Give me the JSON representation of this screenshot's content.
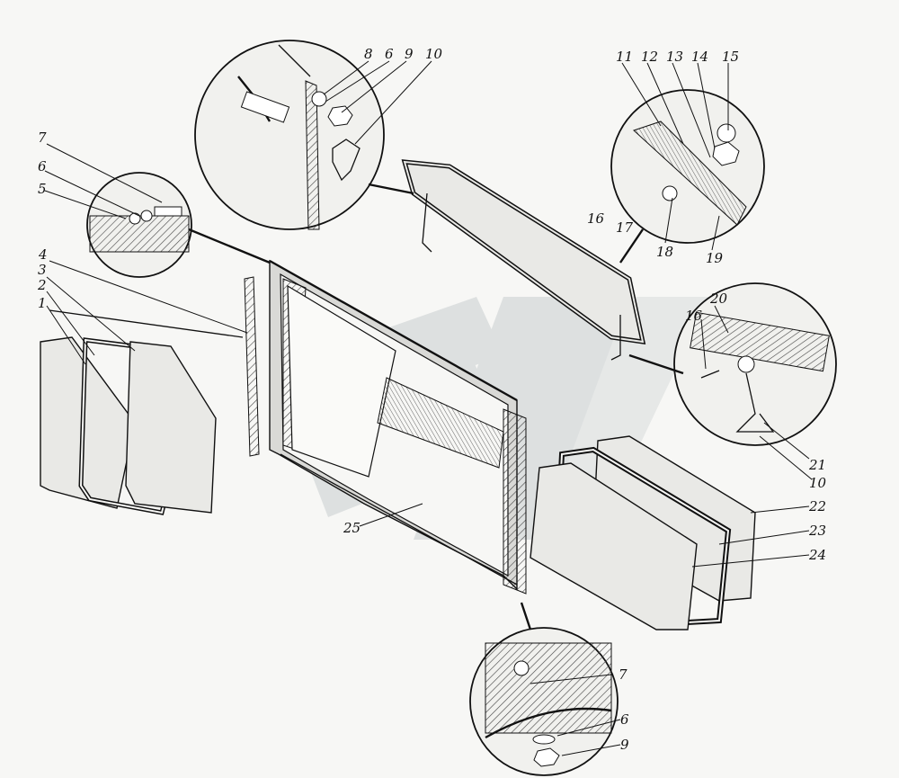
{
  "labels": {
    "l1": "1",
    "l2": "2",
    "l3": "3",
    "l4": "4",
    "l5": "5",
    "l6a": "6",
    "l7a": "7",
    "l8": "8",
    "l6b": "6",
    "l9a": "9",
    "l10a": "10",
    "l11": "11",
    "l12": "12",
    "l13": "13",
    "l14": "14",
    "l15": "15",
    "l16a": "16",
    "l17": "17",
    "l18": "18",
    "l19": "19",
    "l20": "20",
    "l16b": "16",
    "l21": "21",
    "l10b": "10",
    "l22": "22",
    "l23": "23",
    "l24": "24",
    "l25": "25",
    "l7b": "7",
    "l6c": "6",
    "l9b": "9"
  },
  "colors": {
    "ink": "#111111",
    "paper": "#f7f7f5",
    "watermark": "#c9ced0"
  },
  "watermark_icon": "stylized-logo-watermark"
}
